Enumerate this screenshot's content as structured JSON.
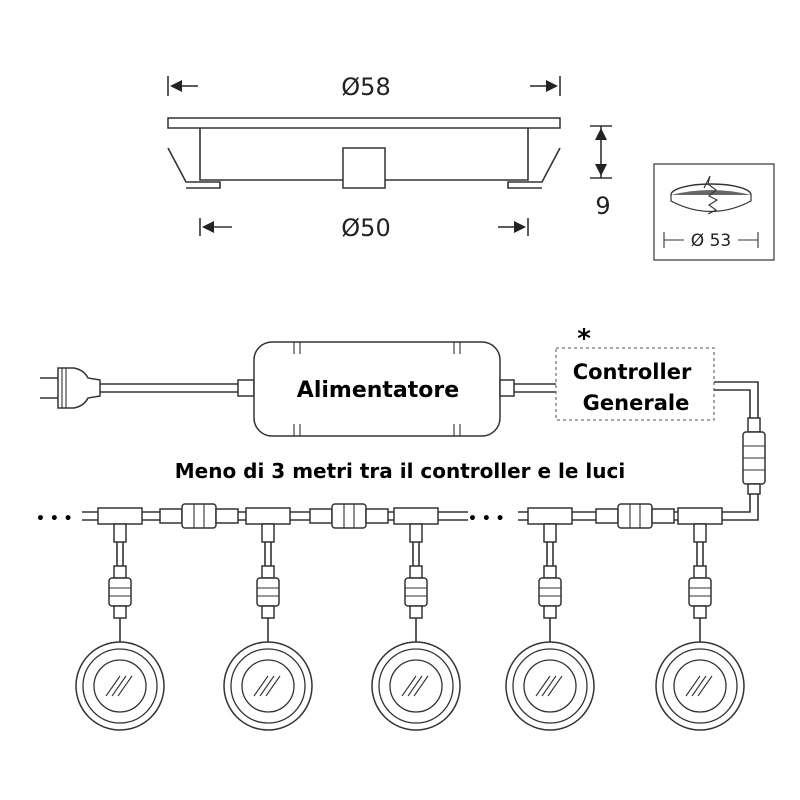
{
  "dimensions": {
    "outer_diameter": "Ø58",
    "inner_diameter": "Ø50",
    "height": "9",
    "cutout_diameter": "Ø 53"
  },
  "labels": {
    "power_supply": "Alimentatore",
    "controller_line1": "Controller",
    "controller_line2": "Generale",
    "asterisk": "*",
    "note": "Meno di 3 metri tra il controller e le luci"
  },
  "decor": {
    "left_dots": "• • •",
    "mid_dots": "• • •"
  }
}
